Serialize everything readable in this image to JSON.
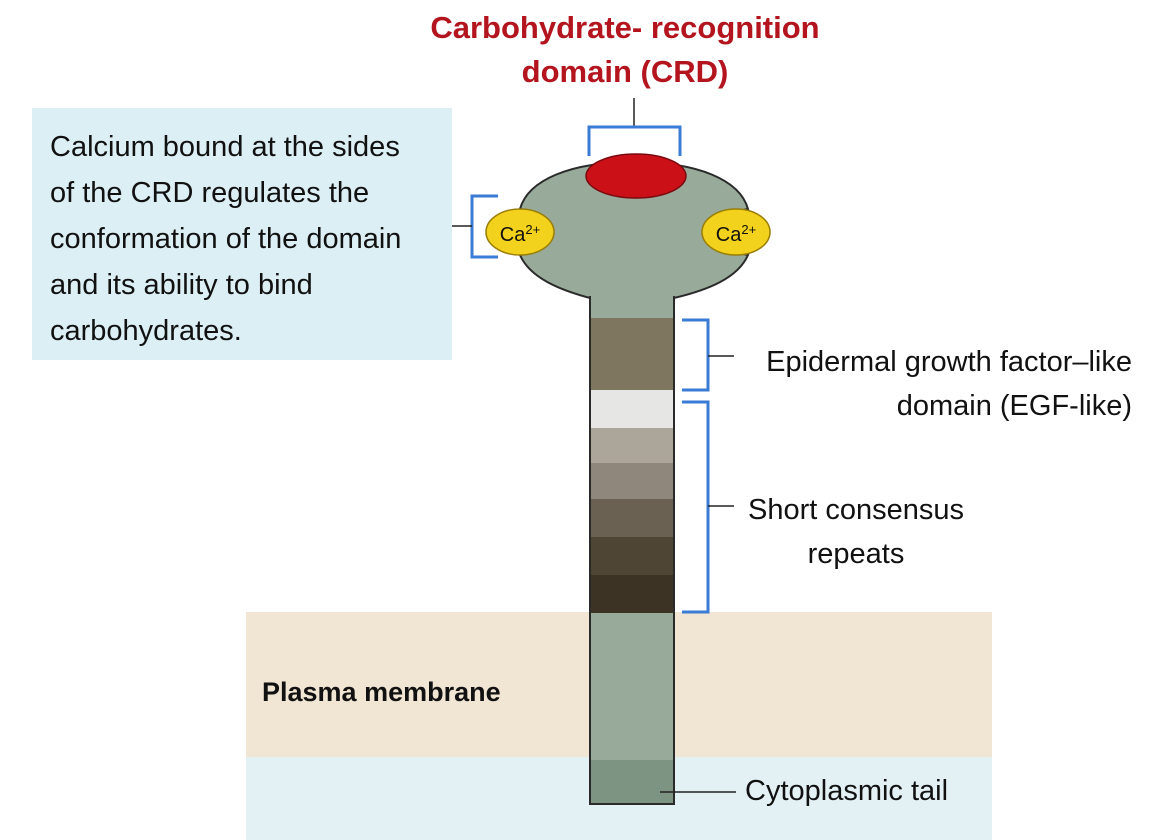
{
  "title_line1": "Carbohydrate- recognition",
  "title_line2": "domain (CRD)",
  "callout_lines": [
    "Calcium bound at the sides",
    "of the CRD regulates the",
    "conformation of the domain",
    "and its ability to bind",
    "carbohydrates."
  ],
  "ion_symbol": "Ca",
  "ion_charge": "2+",
  "egf_line1": "Epidermal growth factor–like",
  "egf_line2": "domain (EGF-like)",
  "scr_line1": "Short consensus",
  "scr_line2": "repeats",
  "membrane_label": "Plasma membrane",
  "tail_label": "Cytoplasmic tail",
  "colors": {
    "crd": "#cc1018",
    "title": "#b3141e",
    "ion": "#f3d21e",
    "protein": "#98aa99",
    "bracket": "#3a7bd5",
    "membrane": "#f1e5d4",
    "cytoplasm": "#e3f1f5",
    "callout_box": "#dceff4"
  }
}
